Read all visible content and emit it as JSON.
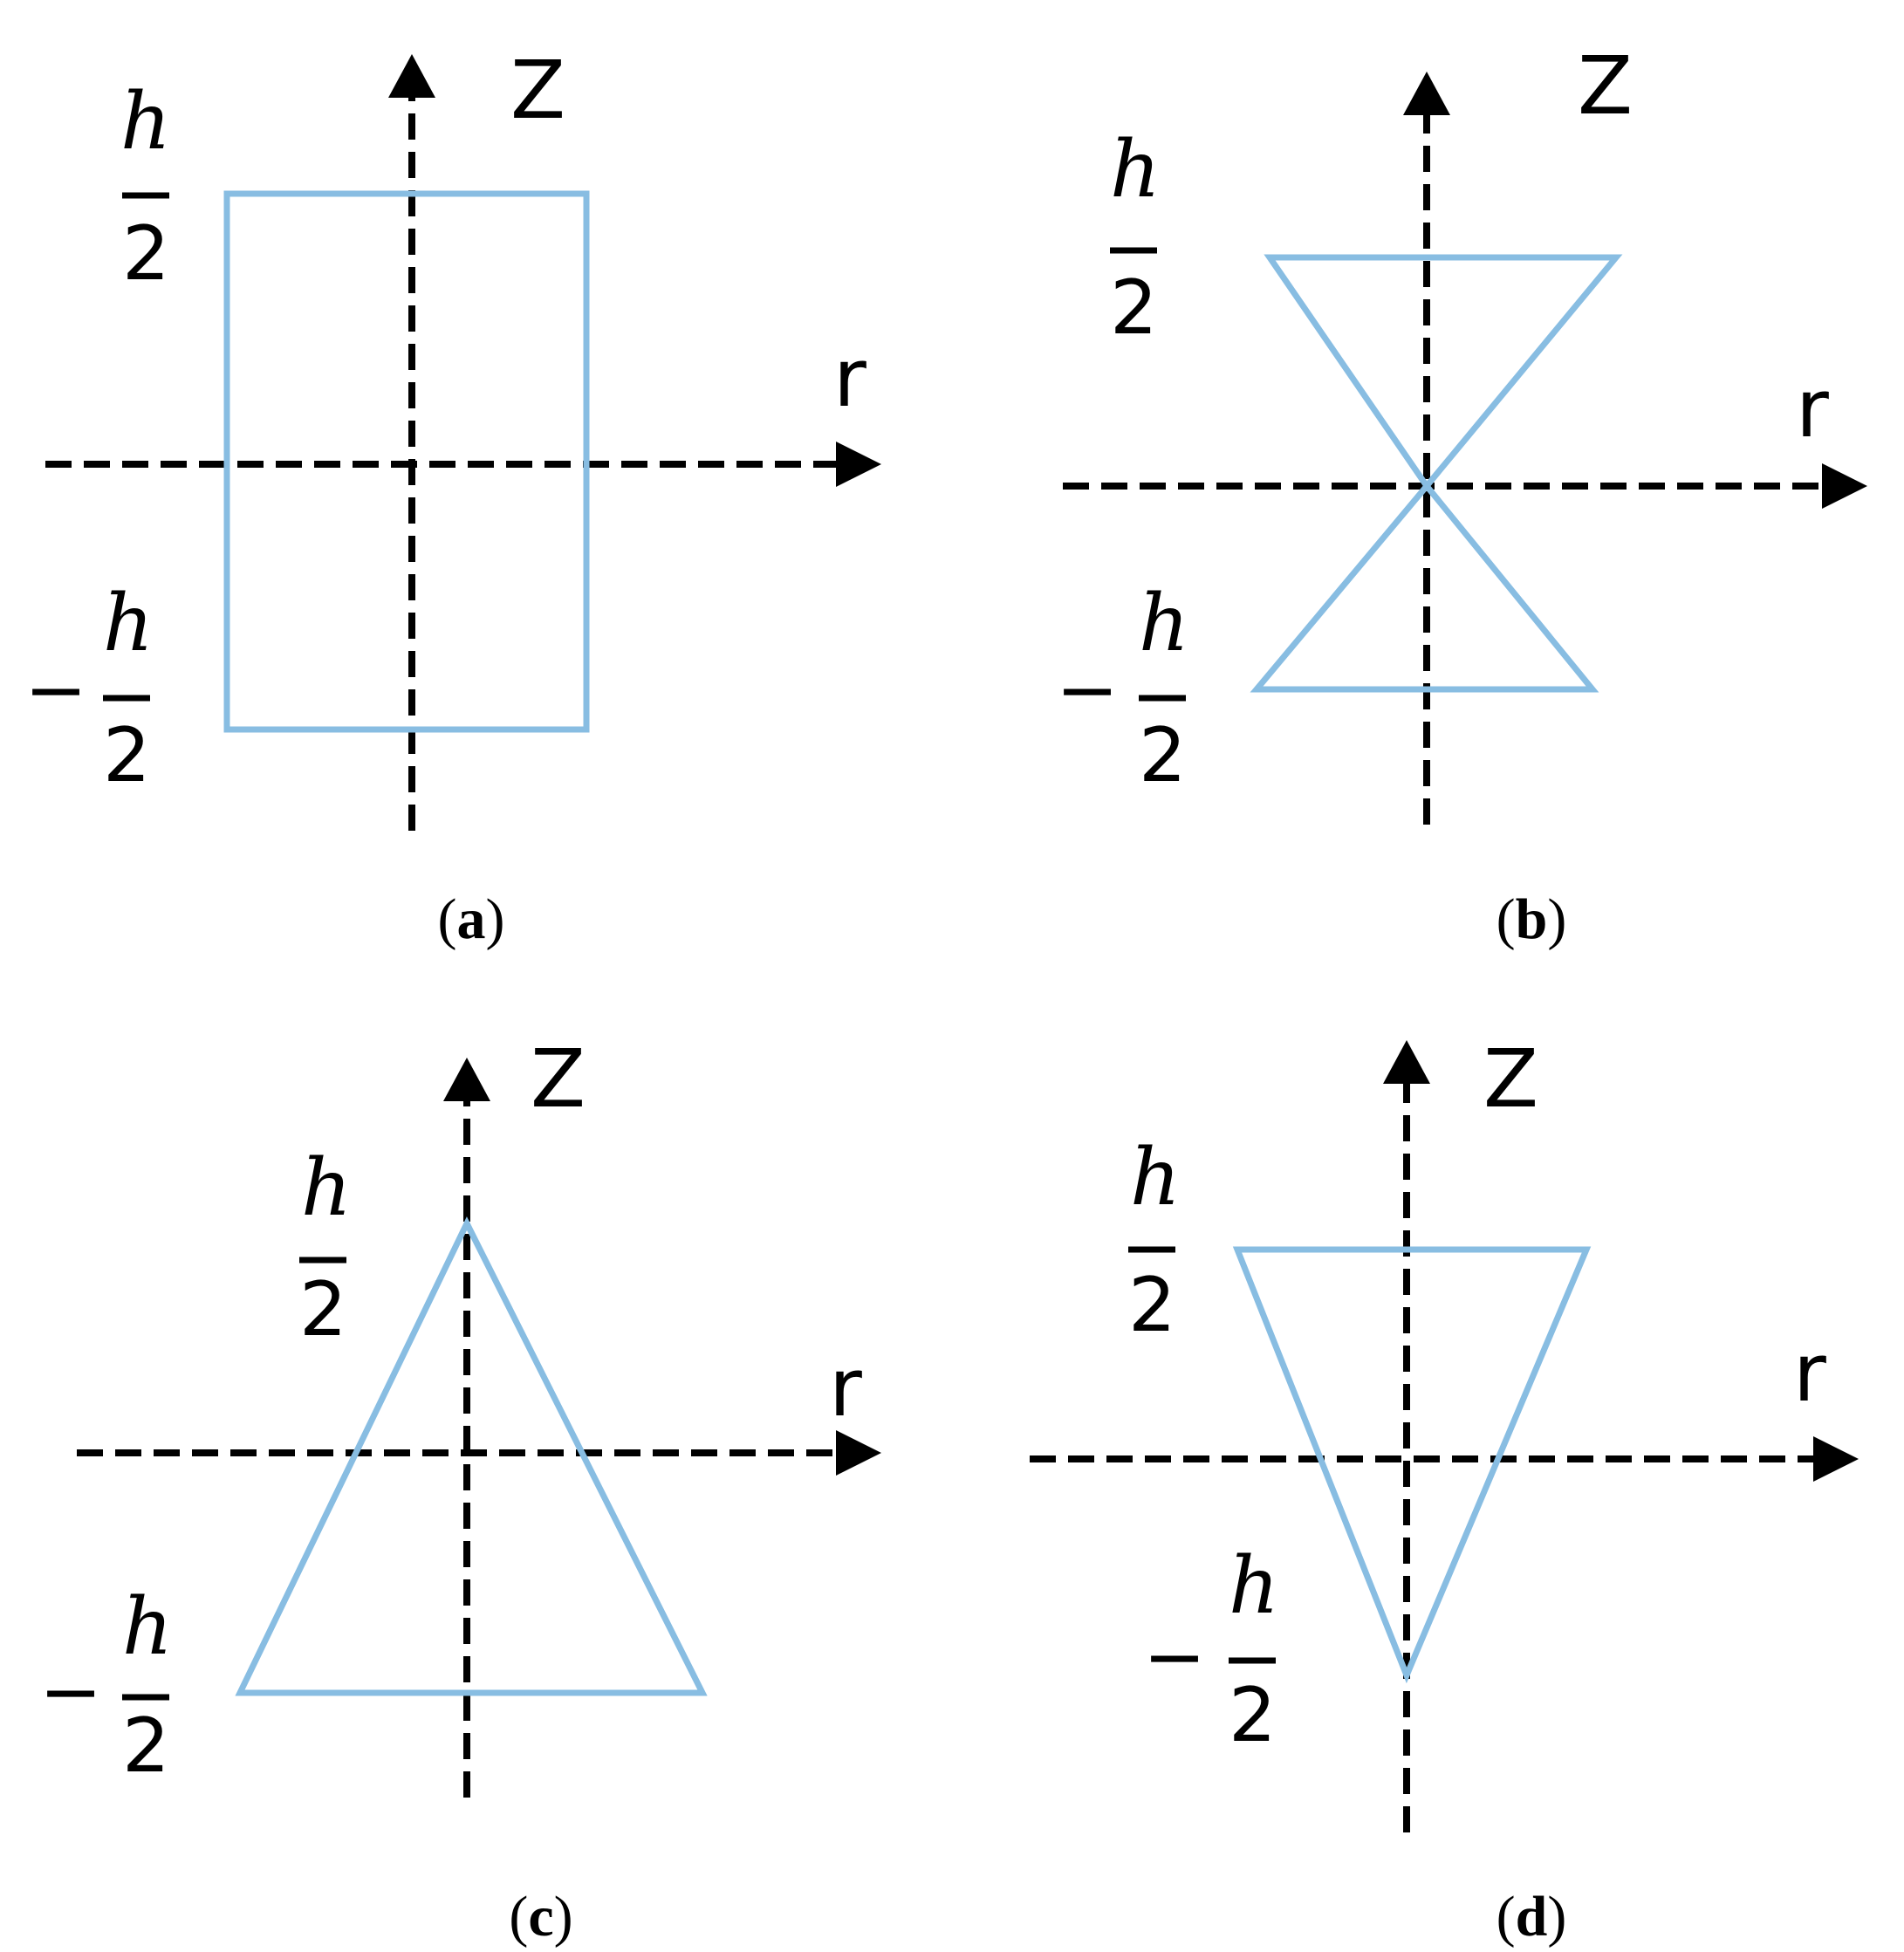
{
  "colors": {
    "shape": "#88bde2",
    "axis": "#000000"
  },
  "axis_labels": {
    "vertical": "Z",
    "horizontal": "r"
  },
  "fraction": {
    "variable": "h",
    "denominator": "2",
    "negative_sign": "−"
  },
  "panels": [
    {
      "id": "a",
      "caption_open": "(",
      "caption_letter": "a",
      "caption_close": ")",
      "shape_name": "rectangle"
    },
    {
      "id": "b",
      "caption_open": "(",
      "caption_letter": "b",
      "caption_close": ")",
      "shape_name": "hourglass"
    },
    {
      "id": "c",
      "caption_open": "(",
      "caption_letter": "c",
      "caption_close": ")",
      "shape_name": "upright-triangle"
    },
    {
      "id": "d",
      "caption_open": "(",
      "caption_letter": "d",
      "caption_close": ")",
      "shape_name": "inverted-triangle"
    }
  ]
}
